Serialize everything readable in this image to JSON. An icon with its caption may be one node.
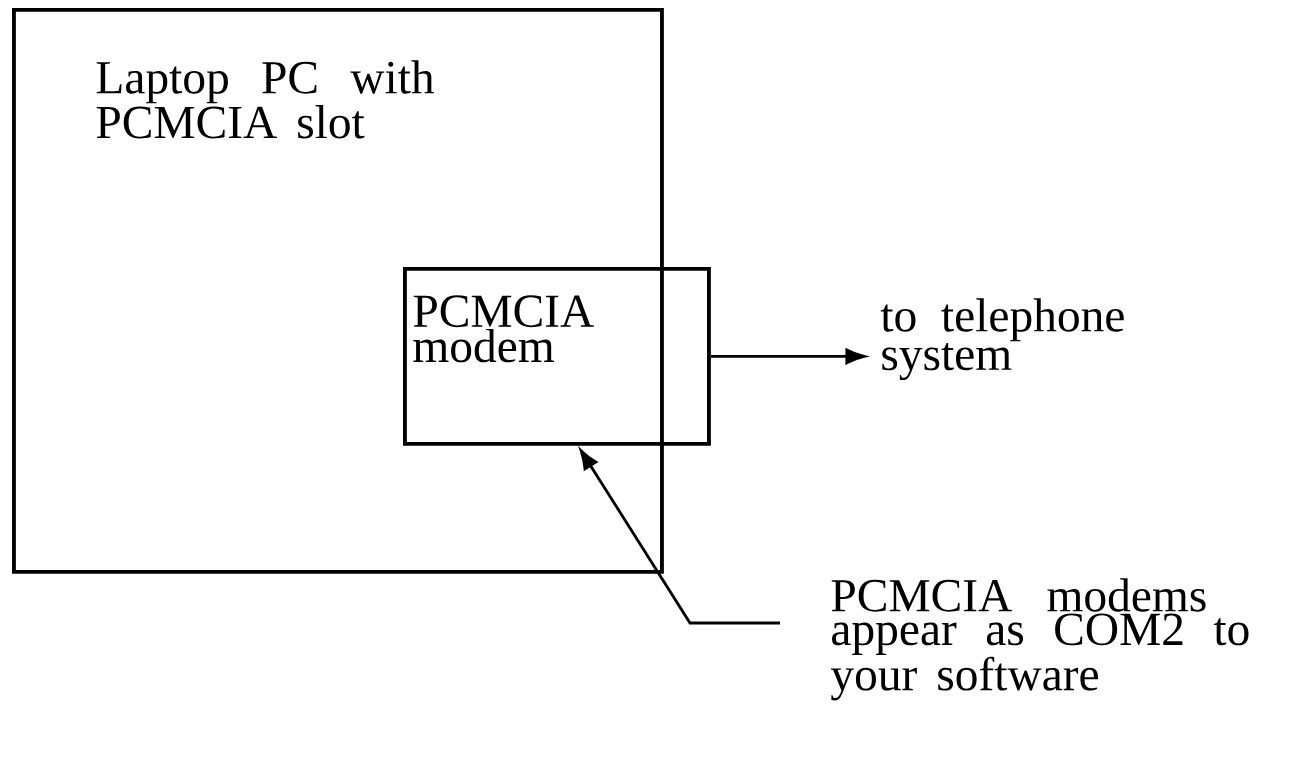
{
  "diagram": {
    "nodes": [
      {
        "text": [
          "Laptop PC with PCMCIA slot"
        ]
      },
      {
        "text": [
          "PCMCIA modem"
        ]
      },
      {
        "text": [
          "to telephone system"
        ]
      },
      {
        "text": [
          "PCMCIA modems appear as COM2 to your software"
        ]
      }
    ],
    "edges": [
      {
        "from": 1,
        "to": 2,
        "arrow": "to"
      },
      {
        "from": 3,
        "to": 1,
        "arrow": "to"
      }
    ]
  }
}
